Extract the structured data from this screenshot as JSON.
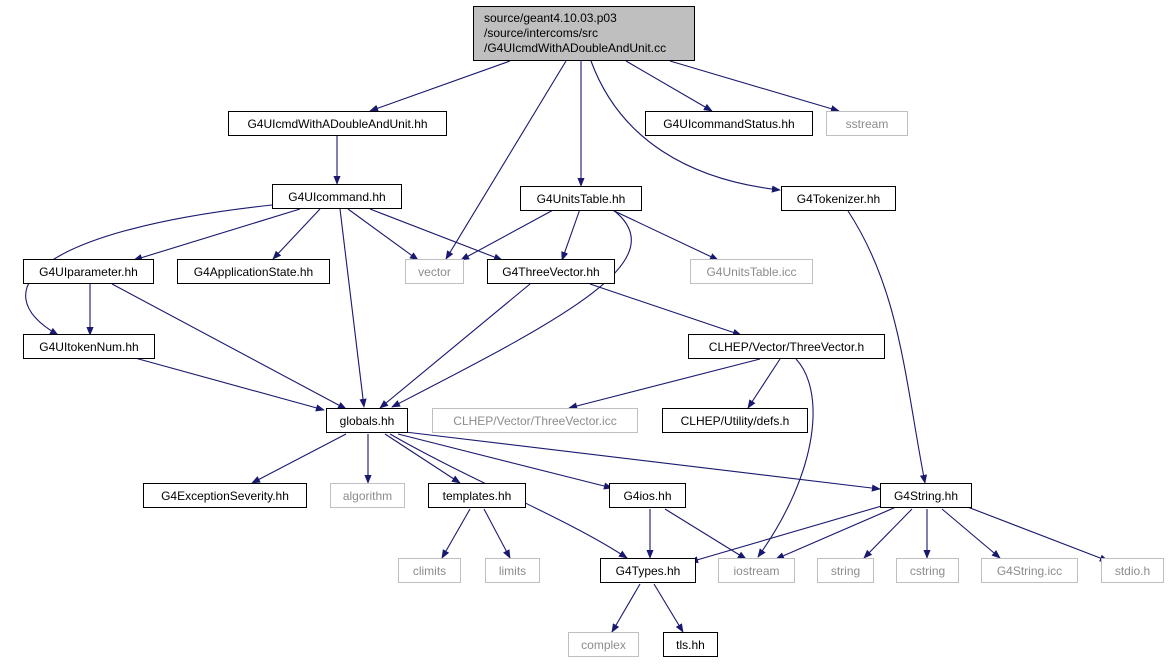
{
  "root": {
    "line1": "source/geant4.10.03.p03",
    "line2": "/source/intercoms/src",
    "line3": "/G4UIcmdWithADoubleAndUnit.cc"
  },
  "nodes": {
    "cmd_hh": "G4UIcmdWithADoubleAndUnit.hh",
    "uicmdstatus": "G4UIcommandStatus.hh",
    "sstream": "sstream",
    "uicommand": "G4UIcommand.hh",
    "unitstable": "G4UnitsTable.hh",
    "tokenizer": "G4Tokenizer.hh",
    "uiparameter": "G4UIparameter.hh",
    "appstate": "G4ApplicationState.hh",
    "vector": "vector",
    "threevector": "G4ThreeVector.hh",
    "unitstable_icc": "G4UnitsTable.icc",
    "uitokennum": "G4UItokenNum.hh",
    "clhep_tv": "CLHEP/Vector/ThreeVector.h",
    "globals": "globals.hh",
    "clhep_tv_icc": "CLHEP/Vector/ThreeVector.icc",
    "clhep_defs": "CLHEP/Utility/defs.h",
    "excsev": "G4ExceptionSeverity.hh",
    "algorithm": "algorithm",
    "templates": "templates.hh",
    "g4ios": "G4ios.hh",
    "g4string": "G4String.hh",
    "climits": "climits",
    "limits": "limits",
    "g4types": "G4Types.hh",
    "iostream": "iostream",
    "string": "string",
    "cstring": "cstring",
    "g4string_icc": "G4String.icc",
    "stdio": "stdio.h",
    "complex": "complex",
    "tls": "tls.hh"
  },
  "colors": {
    "edge": "#191970",
    "root_fill": "#bfbfbf",
    "system_border": "#bfbfbf",
    "system_text": "#8c8c8c"
  }
}
